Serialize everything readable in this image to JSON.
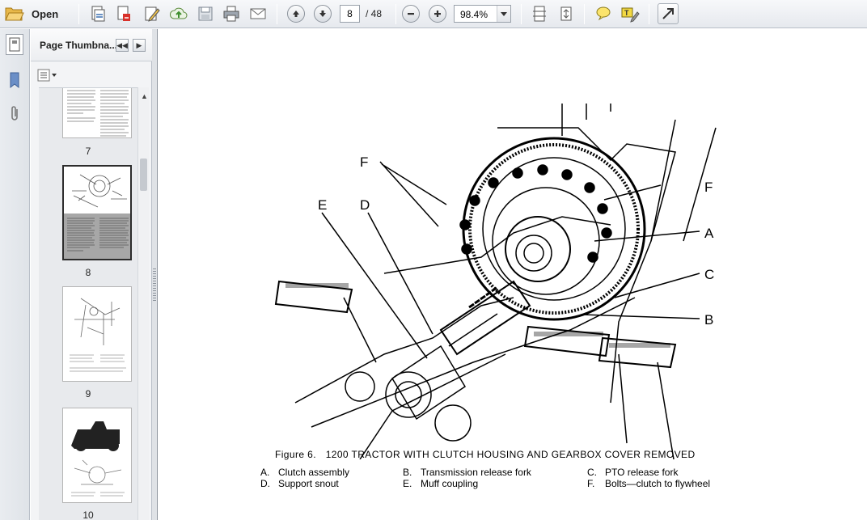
{
  "toolbar": {
    "open_label": "Open",
    "current_page": "8",
    "page_total": "/ 48",
    "zoom": "98.4%"
  },
  "thumbnail_panel": {
    "title": "Page Thumbna...",
    "pages": [
      "7",
      "8",
      "9",
      "10"
    ],
    "selected_page": "8"
  },
  "document": {
    "callouts": [
      "F",
      "F",
      "E",
      "D",
      "A",
      "C",
      "B"
    ],
    "caption_number": "Figure 6.",
    "caption_text": "1200 TRACTOR WITH CLUTCH HOUSING AND GEARBOX COVER REMOVED",
    "legend": [
      {
        "key": "A.",
        "text": "Clutch assembly"
      },
      {
        "key": "B.",
        "text": "Transmission release fork"
      },
      {
        "key": "C.",
        "text": "PTO release fork"
      },
      {
        "key": "D.",
        "text": "Support snout"
      },
      {
        "key": "E.",
        "text": "Muff coupling"
      },
      {
        "key": "F.",
        "text": "Bolts—clutch to flywheel"
      }
    ]
  },
  "icons": [
    "folder-open-icon",
    "create-pdf-icon",
    "export-pdf-icon",
    "edit-icon",
    "upload-icon",
    "save-icon",
    "print-icon",
    "email-icon",
    "prev-page-icon",
    "next-page-icon",
    "zoom-out-icon",
    "zoom-in-icon",
    "fit-width-icon",
    "fit-page-icon",
    "comment-icon",
    "highlight-icon",
    "expand-icon",
    "bookmark-icon",
    "attachment-icon"
  ]
}
